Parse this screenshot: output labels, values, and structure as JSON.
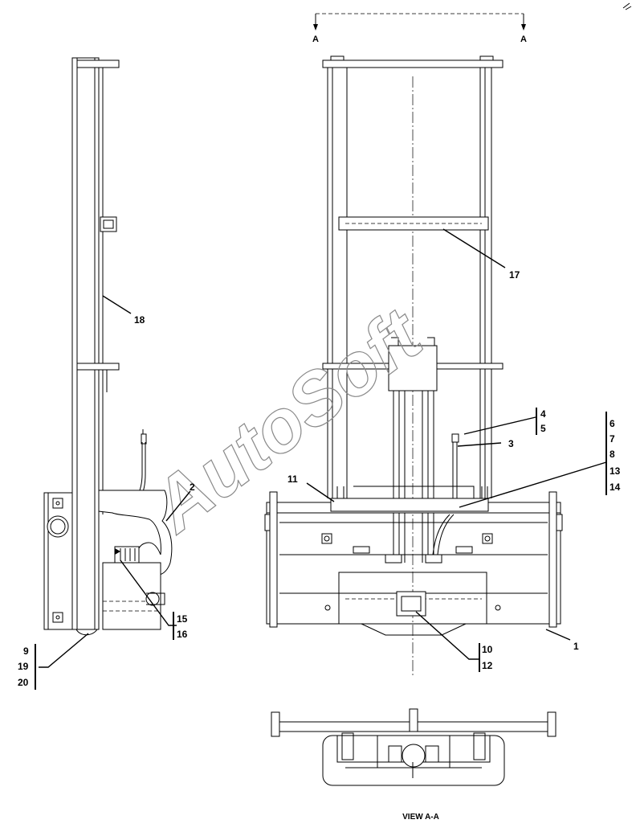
{
  "view_label": "VIEW A-A",
  "section_marks": [
    "A",
    "A"
  ],
  "watermark": "AutoSoft",
  "callouts": {
    "c1": "1",
    "c2": "2",
    "c3": "3",
    "c11": "11",
    "c17": "17",
    "c18": "18",
    "g4": [
      "4",
      "5"
    ],
    "g6": [
      "6",
      "7",
      "8",
      "13",
      "14"
    ],
    "g15": [
      "15",
      "16"
    ],
    "g9": [
      "9",
      "19",
      "20"
    ],
    "g10": [
      "10",
      "12"
    ]
  }
}
